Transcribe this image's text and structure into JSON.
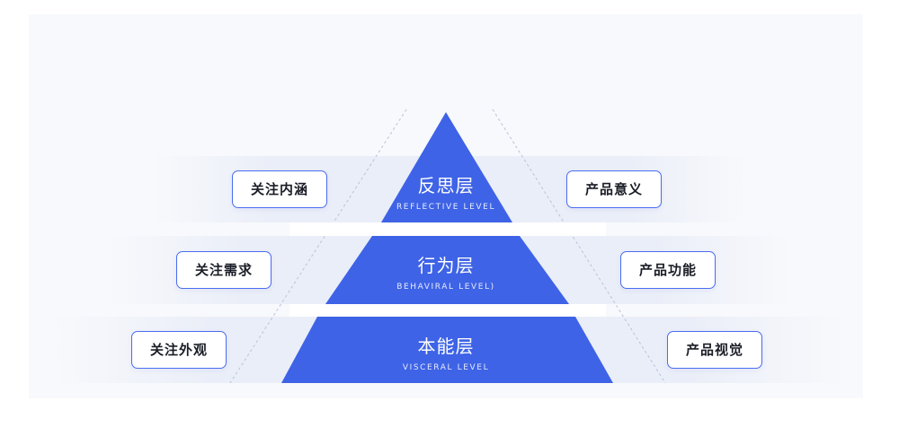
{
  "diagram": {
    "layers": [
      {
        "zh": "反思层",
        "en": "REFLECTIVE LEVEL",
        "left": "关注内涵",
        "right": "产品意义"
      },
      {
        "zh": "行为层",
        "en": "BEHAVIRAL LEVEL)",
        "left": "关注需求",
        "right": "产品功能"
      },
      {
        "zh": "本能层",
        "en": "VISCERAL LEVEL",
        "left": "关注外观",
        "right": "产品视觉"
      }
    ],
    "colors": {
      "pyramid": "#3e63e6",
      "tag_border": "#4a6cf0",
      "guide_line": "#b9c2dc",
      "panel": "#f8f9fc"
    }
  }
}
